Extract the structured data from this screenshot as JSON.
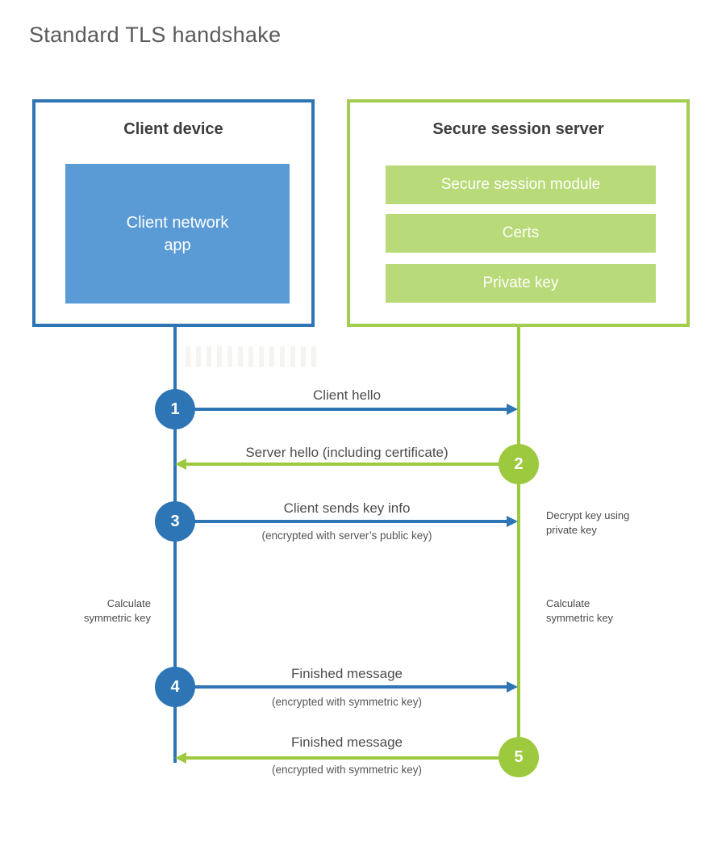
{
  "title": "Standard TLS handshake",
  "client_box": {
    "title": "Client device",
    "app_line1": "Client network",
    "app_line2": "app"
  },
  "server_box": {
    "title": "Secure session server",
    "modules": [
      "Secure session module",
      "Certs",
      "Private key"
    ]
  },
  "messages": [
    {
      "step": "1",
      "direction": "client-to-server",
      "label": "Client hello",
      "sublabel": ""
    },
    {
      "step": "2",
      "direction": "server-to-client",
      "label": "Server hello (including certificate)",
      "sublabel": ""
    },
    {
      "step": "3",
      "direction": "client-to-server",
      "label": "Client sends key info",
      "sublabel": "(encrypted with server’s public key)"
    },
    {
      "step": "4",
      "direction": "client-to-server",
      "label": "Finished message",
      "sublabel": "(encrypted with symmetric key)"
    },
    {
      "step": "5",
      "direction": "server-to-client",
      "label": "Finished message",
      "sublabel": "(encrypted with symmetric key)"
    }
  ],
  "annotations": {
    "decrypt_line1": "Decrypt key using",
    "decrypt_line2": "private key",
    "calc_left_line1": "Calculate",
    "calc_left_line2": "symmetric key",
    "calc_right_line1": "Calculate",
    "calc_right_line2": "symmetric key"
  },
  "colors": {
    "blue": "#2e75b5",
    "blue_fill": "#5b9bd5",
    "green": "#9dc93e",
    "green_border": "#a4cd4f",
    "green_fill": "#b9da78"
  }
}
